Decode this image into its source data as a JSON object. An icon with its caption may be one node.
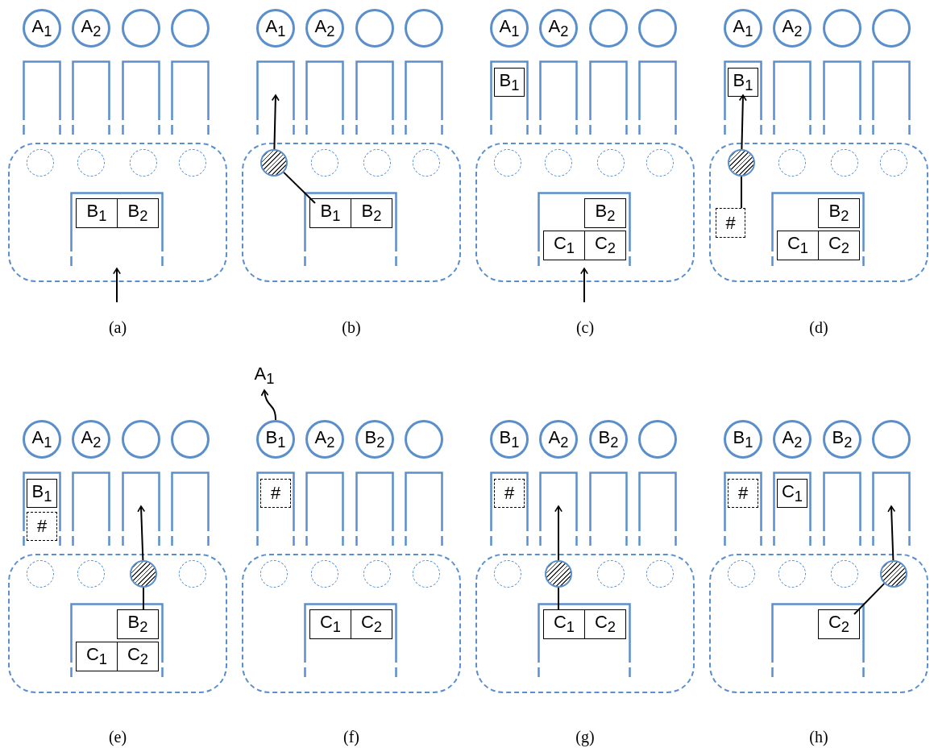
{
  "diagram": {
    "nodes": [
      {
        "text": [
          "A$_{1}$"
        ]
      },
      {
        "text": [
          "A$_{2}$"
        ]
      },
      {
        "text": [],
        "shape": "circle"
      },
      {
        "text": [],
        "shape": "circle"
      },
      {
        "text": [],
        "shape": "box"
      },
      {
        "text": [],
        "shape": "box"
      },
      {
        "text": [],
        "shape": "box"
      },
      {
        "text": [],
        "shape": "box"
      },
      {
        "text": [],
        "shape": "box"
      },
      {
        "text": [],
        "shape": "circle",
        "in": 8
      },
      {
        "text": [],
        "shape": "circle",
        "in": 8
      },
      {
        "text": [],
        "shape": "circle",
        "in": 8
      },
      {
        "text": [],
        "shape": "circle",
        "in": 8
      },
      {
        "text": [],
        "shape": "box",
        "in": 8
      },
      {
        "text": [
          "B$_{1}$"
        ],
        "in": 13
      },
      {
        "text": [
          "B$_{2}$"
        ],
        "in": 13
      },
      {
        "text": [
          "A$_{1}$"
        ]
      },
      {
        "text": [
          "A$_{2}$"
        ]
      },
      {
        "text": [],
        "shape": "circle"
      },
      {
        "text": [],
        "shape": "circle"
      },
      {
        "text": [],
        "shape": "box"
      },
      {
        "text": [],
        "shape": "box"
      },
      {
        "text": [],
        "shape": "box"
      },
      {
        "text": [],
        "shape": "box"
      },
      {
        "text": [],
        "shape": "box"
      },
      {
        "text": [],
        "shape": "circle",
        "in": 24
      },
      {
        "text": [],
        "shape": "circle",
        "in": 24
      },
      {
        "text": [],
        "shape": "circle",
        "in": 24
      },
      {
        "text": [],
        "shape": "circle",
        "in": 24
      },
      {
        "text": [],
        "shape": "box",
        "in": 24
      },
      {
        "text": [
          "B$_{1}$"
        ],
        "in": 29
      },
      {
        "text": [
          "B$_{2}$"
        ],
        "in": 29
      },
      {
        "text": [
          "A$_{1}$"
        ]
      },
      {
        "text": [
          "A$_{2}$"
        ]
      },
      {
        "text": [],
        "shape": "circle"
      },
      {
        "text": [],
        "shape": "circle"
      },
      {
        "text": [],
        "shape": "box"
      },
      {
        "text": [
          "B$_{1}$"
        ],
        "in": 36
      },
      {
        "text": [],
        "shape": "box"
      },
      {
        "text": [],
        "shape": "box"
      },
      {
        "text": [],
        "shape": "box"
      },
      {
        "text": [],
        "shape": "box"
      },
      {
        "text": [],
        "shape": "circle",
        "in": 41
      },
      {
        "text": [],
        "shape": "circle",
        "in": 41
      },
      {
        "text": [],
        "shape": "circle",
        "in": 41
      },
      {
        "text": [],
        "shape": "circle",
        "in": 41
      },
      {
        "text": [],
        "shape": "box",
        "in": 41
      },
      {
        "text": [
          "B$_{2}$"
        ],
        "in": 46
      },
      {
        "text": [
          "C$_{1}$"
        ],
        "in": 46
      },
      {
        "text": [
          "C$_{2}$"
        ],
        "in": 46
      },
      {
        "text": [
          "A$_{1}$"
        ]
      },
      {
        "text": [
          "A$_{2}$"
        ]
      },
      {
        "text": [],
        "shape": "circle"
      },
      {
        "text": [],
        "shape": "circle"
      },
      {
        "text": [],
        "shape": "box"
      },
      {
        "text": [
          "B$_{1}$"
        ],
        "in": 54
      },
      {
        "text": [],
        "shape": "box"
      },
      {
        "text": [],
        "shape": "box"
      },
      {
        "text": [],
        "shape": "box"
      },
      {
        "text": [],
        "shape": "box"
      },
      {
        "text": [],
        "shape": "circle",
        "in": 59
      },
      {
        "text": [],
        "shape": "circle",
        "in": 59
      },
      {
        "text": [],
        "shape": "circle",
        "in": 59
      },
      {
        "text": [],
        "shape": "circle",
        "in": 59
      },
      {
        "text": [
          "#"
        ],
        "in": 59
      },
      {
        "text": [],
        "shape": "box",
        "in": 59
      },
      {
        "text": [
          "B$_{2}$"
        ],
        "in": 65
      },
      {
        "text": [
          "C$_{1}$"
        ],
        "in": 65
      },
      {
        "text": [
          "C$_{2}$"
        ],
        "in": 65
      },
      {
        "text": [
          "A$_{1}$"
        ]
      },
      {
        "text": [
          "A$_{2}$"
        ]
      },
      {
        "text": [],
        "shape": "circle"
      },
      {
        "text": [],
        "shape": "circle"
      },
      {
        "text": [],
        "shape": "box"
      },
      {
        "text": [
          "B$_{1}$"
        ],
        "in": 73
      },
      {
        "text": [
          "#"
        ],
        "in": 73
      },
      {
        "text": [],
        "shape": "box"
      },
      {
        "text": [],
        "shape": "box"
      },
      {
        "text": [],
        "shape": "box"
      },
      {
        "text": [],
        "shape": "box"
      },
      {
        "text": [],
        "shape": "circle",
        "in": 79
      },
      {
        "text": [],
        "shape": "circle",
        "in": 79
      },
      {
        "text": [],
        "shape": "circle",
        "in": 79
      },
      {
        "text": [],
        "shape": "circle",
        "in": 79
      },
      {
        "text": [],
        "shape": "box",
        "in": 79
      },
      {
        "text": [
          "B$_{2}$"
        ],
        "in": 84
      },
      {
        "text": [
          "C$_{1}$"
        ],
        "in": 84
      },
      {
        "text": [
          "C$_{2}$"
        ],
        "in": 84
      },
      {
        "text": [
          "A$_{1}$"
        ]
      },
      {
        "text": [
          "B$_{1}$"
        ]
      },
      {
        "text": [
          "A$_{2}$"
        ]
      },
      {
        "text": [
          "B$_{2}$"
        ]
      },
      {
        "text": [],
        "shape": "circle"
      },
      {
        "text": [],
        "shape": "box"
      },
      {
        "text": [
          "#"
        ],
        "in": 93
      },
      {
        "text": [],
        "shape": "box"
      },
      {
        "text": [],
        "shape": "box"
      },
      {
        "text": [],
        "shape": "box"
      },
      {
        "text": [],
        "shape": "box"
      },
      {
        "text": [],
        "shape": "circle",
        "in": 98
      },
      {
        "text": [],
        "shape": "circle",
        "in": 98
      },
      {
        "text": [],
        "shape": "circle",
        "in": 98
      },
      {
        "text": [],
        "shape": "circle",
        "in": 98
      },
      {
        "text": [],
        "shape": "box",
        "in": 98
      },
      {
        "text": [
          "C$_{1}$"
        ],
        "in": 103
      },
      {
        "text": [
          "C$_{2}$"
        ],
        "in": 103
      },
      {
        "text": [
          "B$_{1}$"
        ]
      },
      {
        "text": [
          "A$_{2}$"
        ]
      },
      {
        "text": [
          "B$_{2}$"
        ]
      },
      {
        "text": [],
        "shape": "circle"
      },
      {
        "text": [],
        "shape": "box"
      },
      {
        "text": [
          "#"
        ],
        "in": 110
      },
      {
        "text": [],
        "shape": "box"
      },
      {
        "text": [],
        "shape": "box"
      },
      {
        "text": [],
        "shape": "box"
      },
      {
        "text": [],
        "shape": "box"
      },
      {
        "text": [],
        "shape": "circle",
        "in": 115
      },
      {
        "text": [],
        "shape": "circle",
        "in": 115
      },
      {
        "text": [],
        "shape": "circle",
        "in": 115
      },
      {
        "text": [],
        "shape": "circle",
        "in": 115
      },
      {
        "text": [],
        "shape": "box",
        "in": 115
      },
      {
        "text": [
          "C$_{1}$"
        ],
        "in": 120
      },
      {
        "text": [
          "C$_{2}$"
        ],
        "in": 120
      },
      {
        "text": [
          "B$_{1}$"
        ]
      },
      {
        "text": [
          "A$_{2}$"
        ]
      },
      {
        "text": [
          "B$_{2}$"
        ]
      },
      {
        "text": [],
        "shape": "circle"
      },
      {
        "text": [],
        "shape": "box"
      },
      {
        "text": [
          "#"
        ],
        "in": 127
      },
      {
        "text": [],
        "shape": "box"
      },
      {
        "text": [
          "C$_{1}$"
        ],
        "in": 129
      },
      {
        "text": [],
        "shape": "box"
      },
      {
        "text": [],
        "shape": "box"
      },
      {
        "text": [],
        "shape": "box"
      },
      {
        "text": [],
        "shape": "circle",
        "in": 133
      },
      {
        "text": [],
        "shape": "circle",
        "in": 133
      },
      {
        "text": [],
        "shape": "circle",
        "in": 133
      },
      {
        "text": [],
        "shape": "circle",
        "in": 133
      },
      {
        "text": [],
        "shape": "box",
        "in": 133
      },
      {
        "text": [
          "C$_{2}$"
        ],
        "in": 138
      }
    ],
    "edges": [
      {
        "from": null,
        "to": 13,
        "arrow": "to"
      },
      {
        "from": 30,
        "to": 25,
        "arrow": "none"
      },
      {
        "from": 25,
        "to": 20,
        "arrow": "to"
      },
      {
        "from": null,
        "to": 46,
        "arrow": "to"
      },
      {
        "from": 64,
        "to": 60,
        "arrow": "none"
      },
      {
        "from": 60,
        "to": 54,
        "arrow": "to"
      },
      {
        "from": 85,
        "to": 82,
        "arrow": "none"
      },
      {
        "from": 82,
        "to": 77,
        "arrow": "to"
      },
      {
        "from": 89,
        "to": 88,
        "arrow": "to"
      },
      {
        "from": 121,
        "to": 117,
        "arrow": "none"
      },
      {
        "from": 117,
        "to": 112,
        "arrow": "to"
      },
      {
        "from": 139,
        "to": 137,
        "arrow": "none"
      },
      {
        "from": 137,
        "to": 132,
        "arrow": "to"
      }
    ],
    "labels": [
      "(a)",
      "(b)",
      "(c)",
      "(d)",
      "(e)",
      "(f)",
      "(g)",
      "(h)"
    ]
  }
}
